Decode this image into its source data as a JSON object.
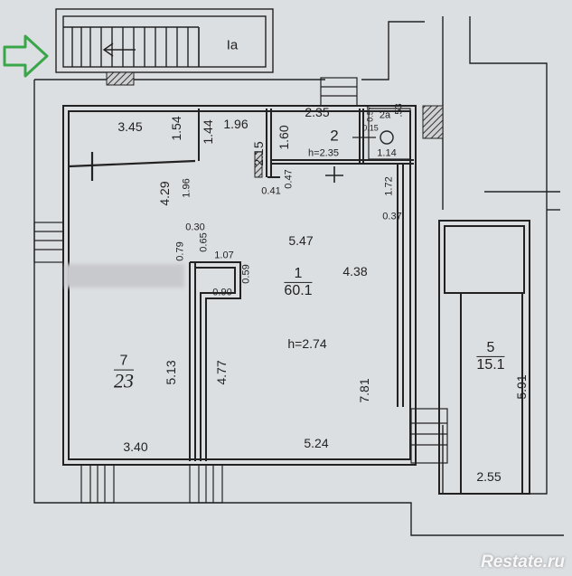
{
  "plan": {
    "stair_label": "Ia",
    "watermark": "Restate.ru",
    "rooms": {
      "r1": {
        "number": "1",
        "area": "60.1",
        "height": "h=2.74"
      },
      "r2": {
        "number": "2",
        "height": "h=2.35"
      },
      "r2a": {
        "number": "2a"
      },
      "r5": {
        "number": "5",
        "area": "15.1"
      },
      "r7": {
        "number": "7",
        "area": "23"
      }
    },
    "dimensions": {
      "d345": "3.45",
      "d154": "1.54",
      "d144": "1.44",
      "d196a": "1.96",
      "d235": "2.35",
      "d160": "1.60",
      "d215": "2.15",
      "d057": "0.57",
      "d053": ".53",
      "d015": "0.15",
      "d114": "1.14",
      "d041": "0.41",
      "d047": "0.47",
      "d429": "4.29",
      "d196b": "1.96",
      "d172": "1.72",
      "d037": "0.37",
      "d030": "0.30",
      "d079": "0.79",
      "d065": "0.65",
      "d107": "1.07",
      "d059": "0.59",
      "d090": "0.90",
      "d547": "5.47",
      "d438": "4.38",
      "d513": "5.13",
      "d477": "4.77",
      "d781": "7.81",
      "d340": "3.40",
      "d524": "5.24",
      "d591": "5.91",
      "d255": "2.55"
    }
  },
  "colors": {
    "wall": "#222222",
    "background": "#dcdfe2",
    "arrow": "#3aa64a"
  }
}
